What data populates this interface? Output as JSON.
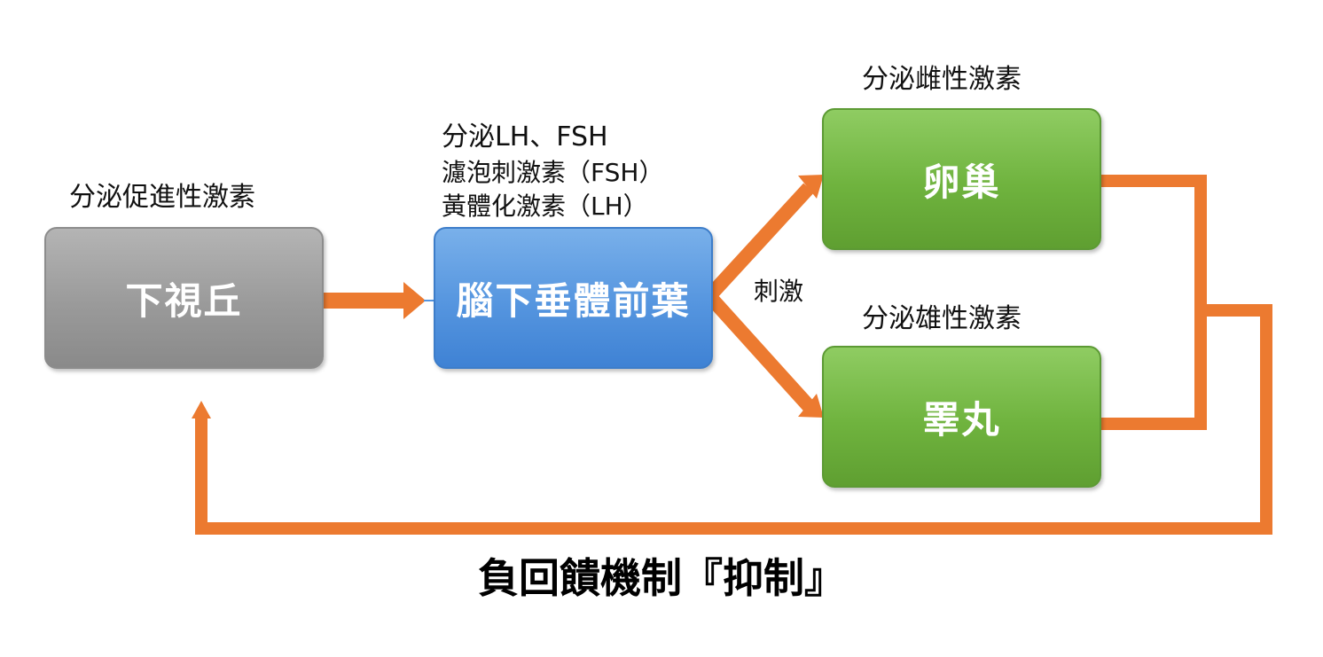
{
  "labels": {
    "hypothalamus_secretes": "分泌促進性激素",
    "pituitary_secretes": "分泌LH、FSH",
    "fsh_name": "濾泡刺激素（FSH）",
    "lh_name": "黃體化激素（LH）",
    "ovary_secretes": "分泌雌性激素",
    "testis_secretes": "分泌雄性激素",
    "stimulate": "刺激"
  },
  "boxes": {
    "hypothalamus": "下視丘",
    "pituitary": "腦下垂體前葉",
    "ovary": "卵巢",
    "testis": "睪丸"
  },
  "title": "負回饋機制『抑制』",
  "colors": {
    "arrow": "#ec7a30",
    "gray_box": "#9a9a9a",
    "blue_box": "#5595df",
    "green_box": "#6fb33e"
  }
}
